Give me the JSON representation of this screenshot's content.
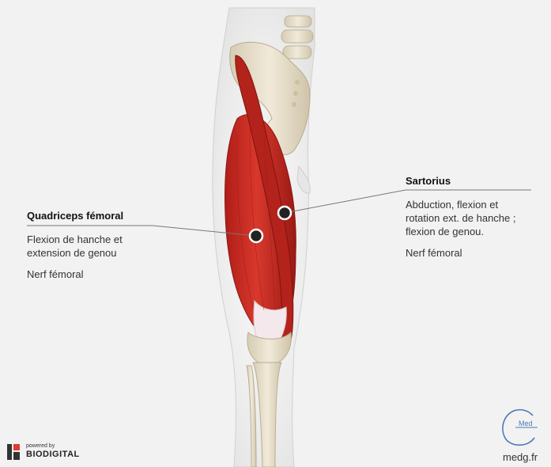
{
  "labels": {
    "quadriceps": {
      "title": "Quadriceps fémoral",
      "function_line1": "Flexion de hanche et",
      "function_line2": "extension de genou",
      "nerve": "Nerf fémoral"
    },
    "sartorius": {
      "title": "Sartorius",
      "function_line1": "Abduction, flexion et",
      "function_line2": "rotation ext. de hanche ;",
      "function_line3": "flexion de genou.",
      "nerve": "Nerf fémoral"
    }
  },
  "branding": {
    "powered_by": "powered by",
    "biodigital": "BIODIGITAL",
    "logo_letter": "G",
    "logo_word": "Med",
    "site": "medg.fr"
  },
  "colors": {
    "background": "#f2f2f2",
    "muscle": "#c62a22",
    "bone": "#e8dfcc",
    "accent_red": "#e03a2f",
    "logo_blue": "#4a78b8"
  }
}
